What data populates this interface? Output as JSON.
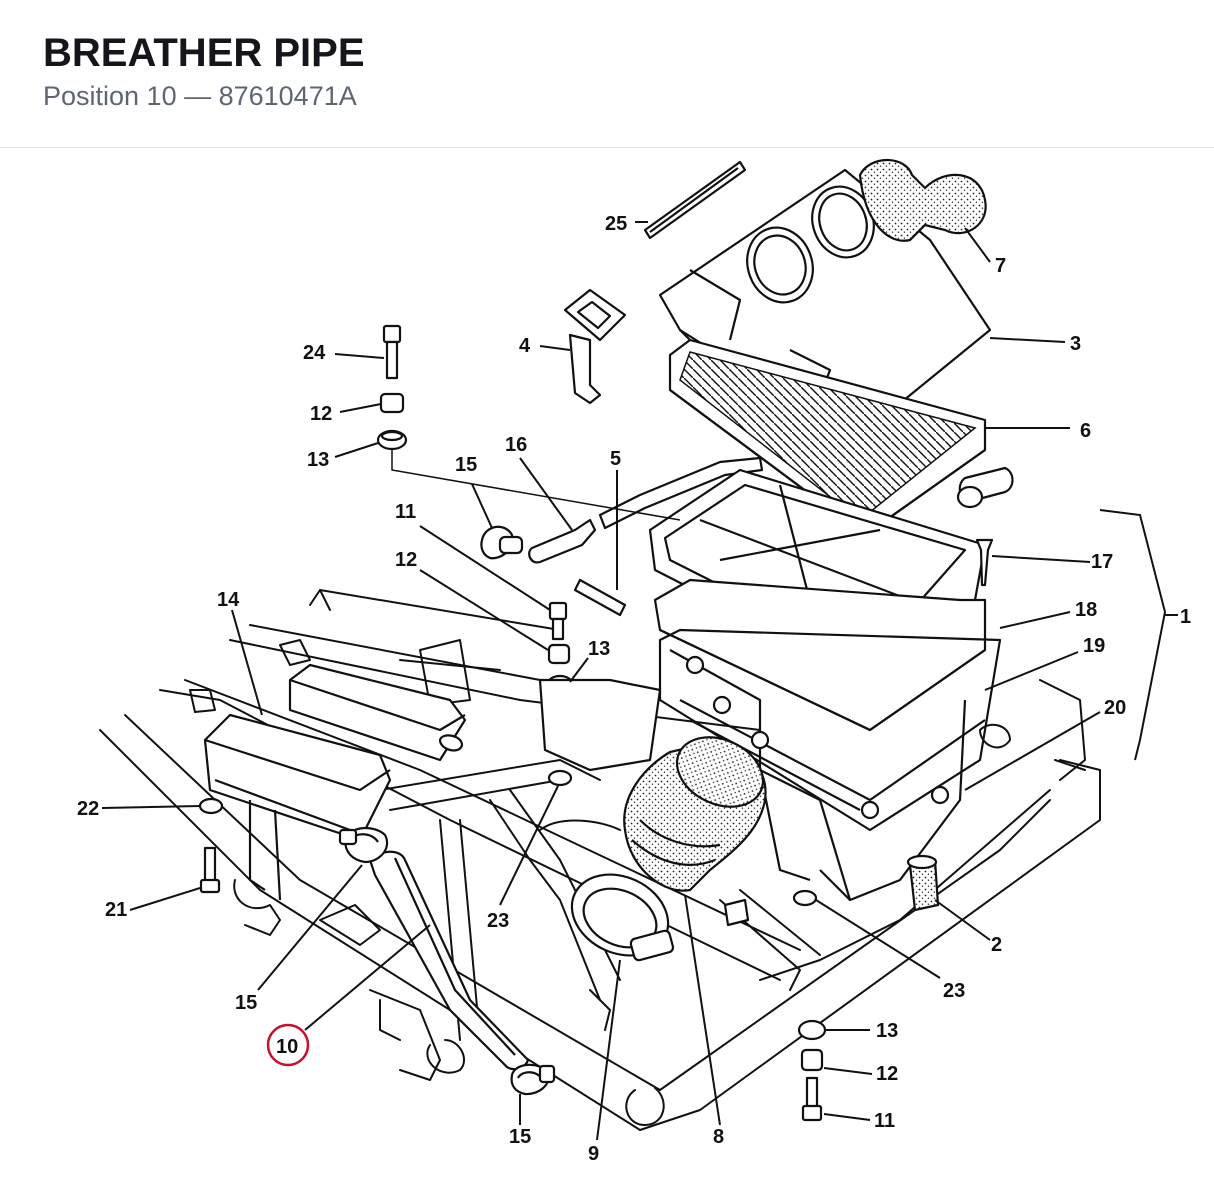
{
  "header": {
    "title": "BREATHER PIPE",
    "subtitle": "Position 10 — 87610471A"
  },
  "highlight": {
    "position": "10",
    "color": "#c8102e"
  },
  "callouts": {
    "c1": "1",
    "c2": "2",
    "c3": "3",
    "c4": "4",
    "c5": "5",
    "c6": "6",
    "c7": "7",
    "c8": "8",
    "c9": "9",
    "c10": "10",
    "c11a": "11",
    "c11b": "11",
    "c12a": "12",
    "c12b": "12",
    "c12c": "12",
    "c13a": "13",
    "c13b": "13",
    "c13c": "13",
    "c14": "14",
    "c15a": "15",
    "c15b": "15",
    "c15c": "15",
    "c16": "16",
    "c17": "17",
    "c18": "18",
    "c19": "19",
    "c20": "20",
    "c21": "21",
    "c22": "22",
    "c23a": "23",
    "c23b": "23",
    "c24": "24",
    "c25": "25"
  }
}
